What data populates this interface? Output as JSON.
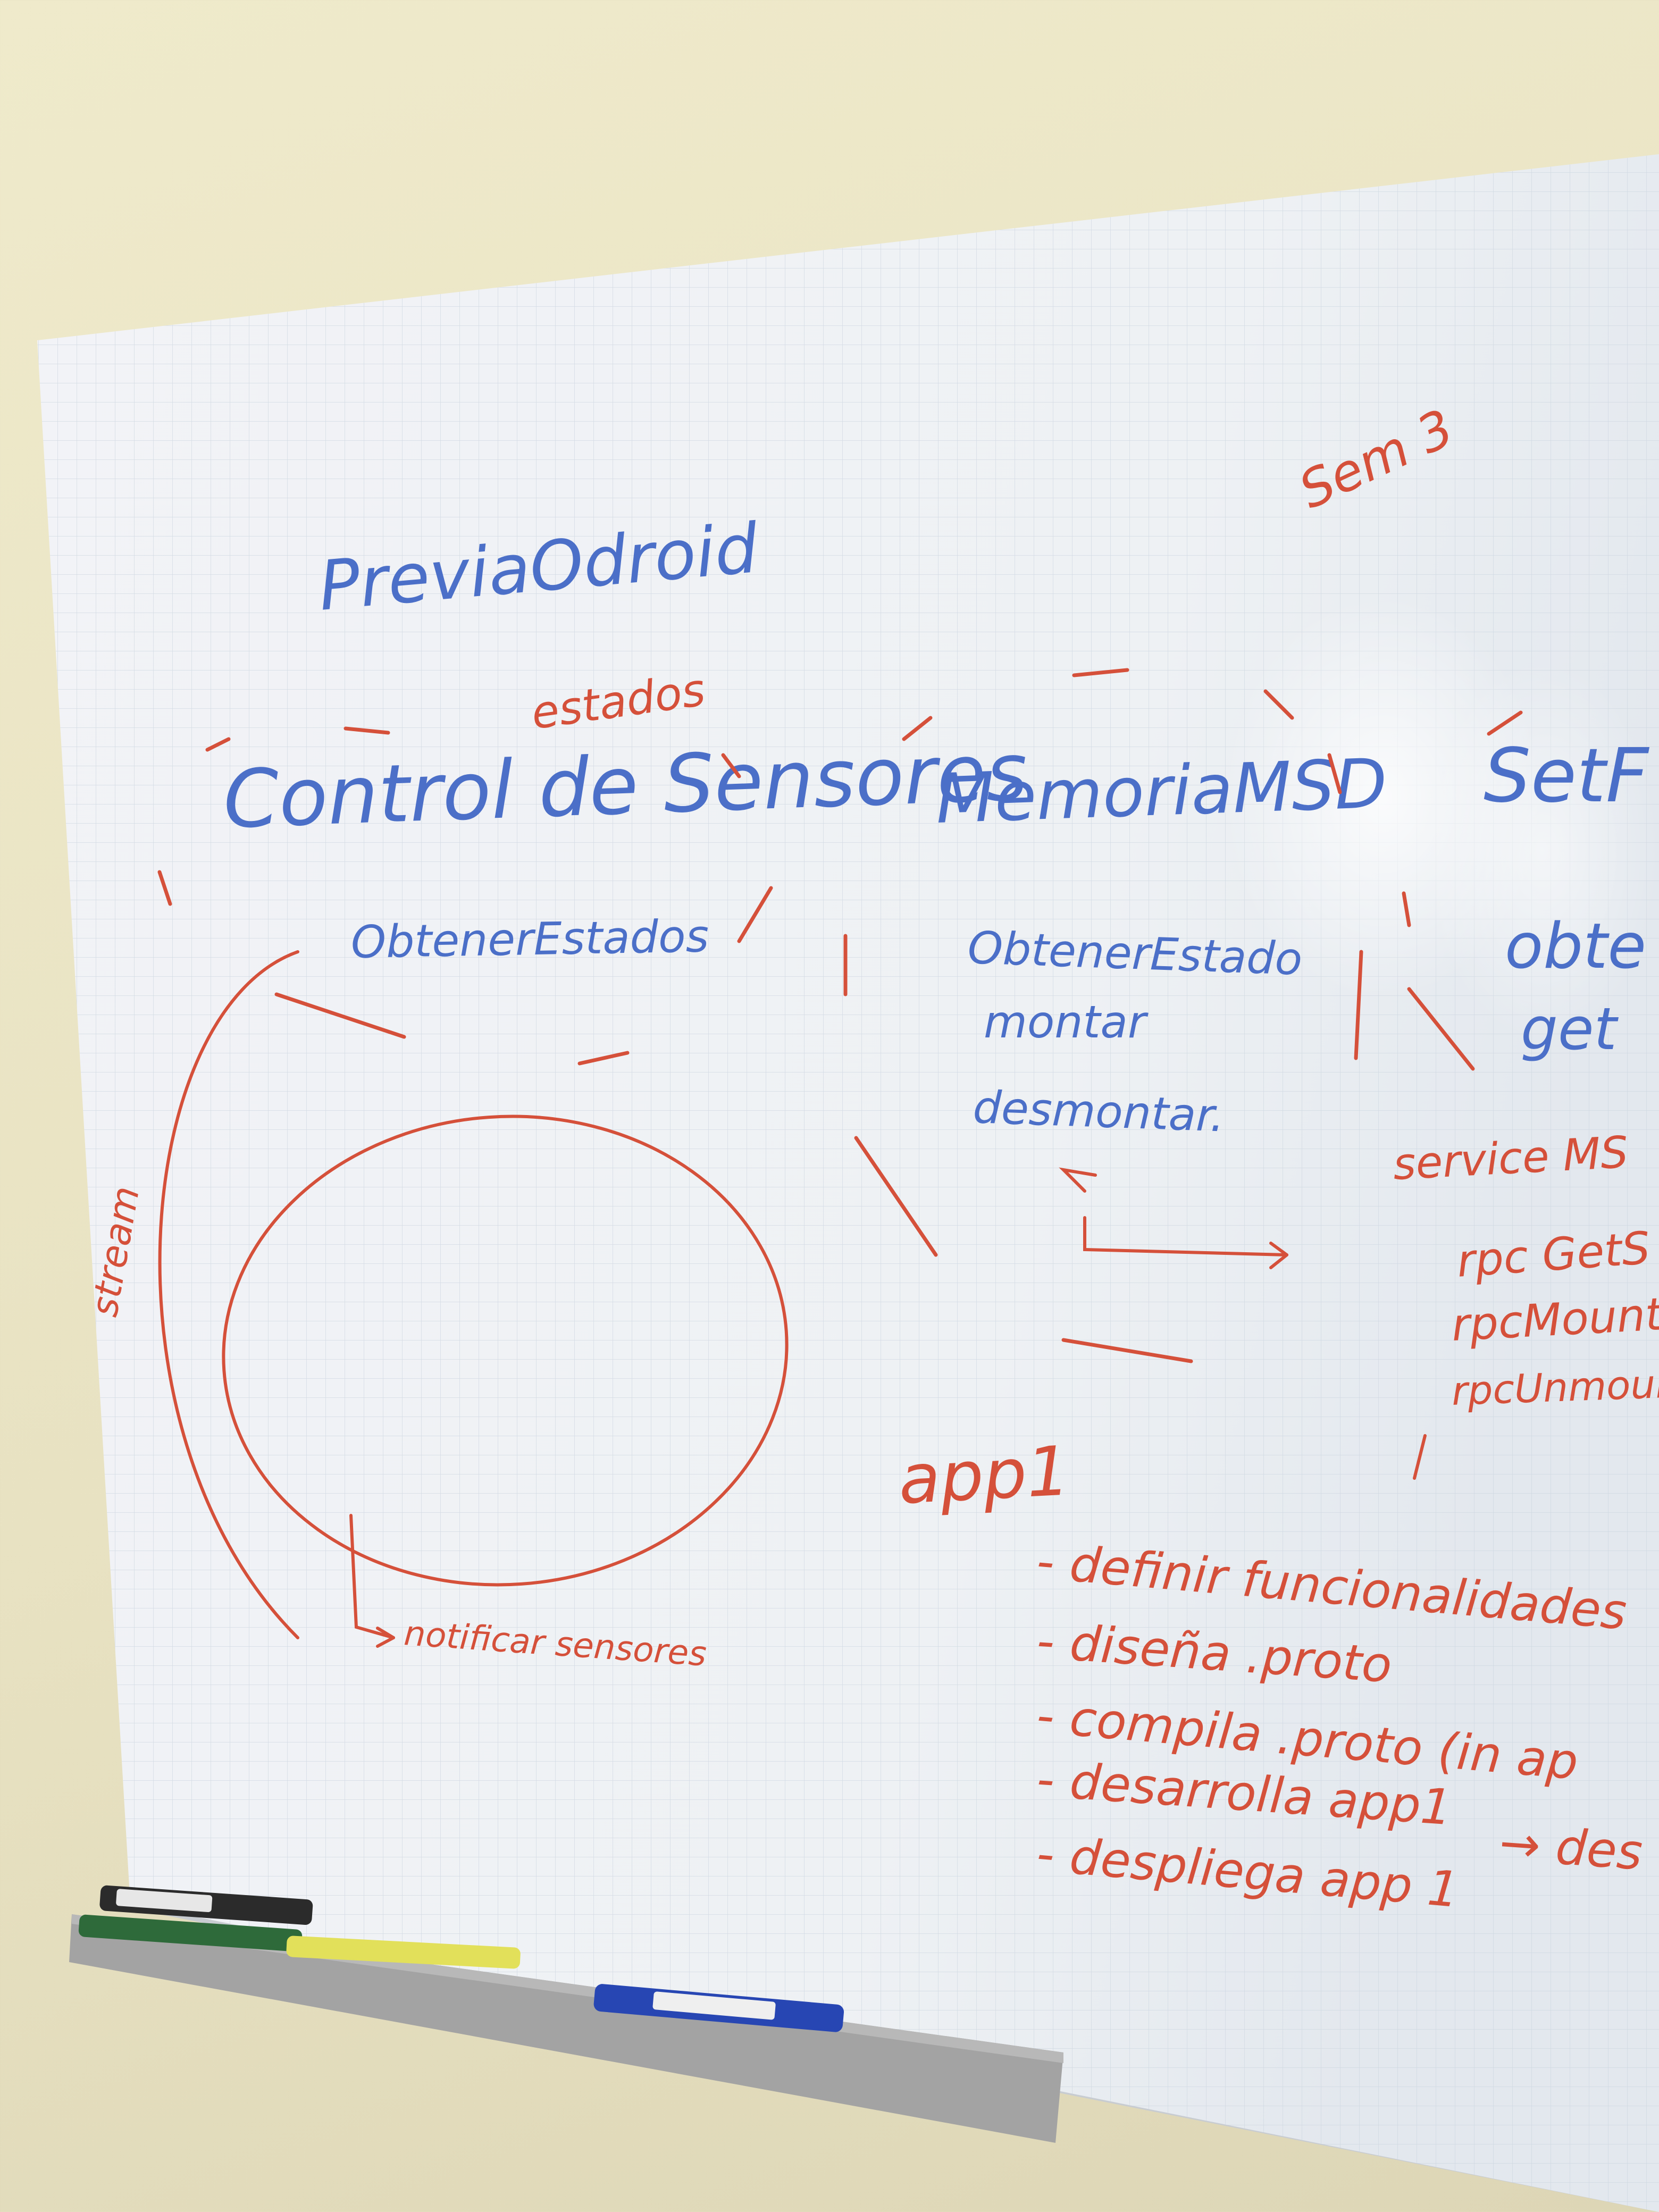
{
  "whiteboard": {
    "title": "PreviaOdroid",
    "annotation_sem": "Sem 3",
    "sections": [
      {
        "heading": "Control de Sensores",
        "note": "estados",
        "methods": [
          "ObtenerEstados"
        ]
      },
      {
        "heading": "MemoriaMSD",
        "methods": [
          "ObtenerEstado",
          "montar",
          "desmontar."
        ]
      },
      {
        "heading": "SetF",
        "methods": [
          "obte",
          "get"
        ]
      }
    ],
    "diagram": {
      "arc_label": "stream",
      "notify_label": "notificar sensores"
    },
    "service_block": {
      "header": "service MS",
      "rpcs": [
        "rpc GetS",
        "rpcMount",
        "rpcUnmoun"
      ]
    },
    "app_plan": {
      "title": "app1",
      "steps": [
        "- definir funcionalidades",
        "- diseña .proto",
        "- compila .proto (in ap",
        "- desarrolla app1",
        "- despliega app 1"
      ],
      "trailing": "→ des"
    }
  },
  "colors": {
    "wall": "#ede7c7",
    "board": "#f1f3f5",
    "ink_blue": "#4b6fc8",
    "ink_red": "#d5503a",
    "tray": "#9c9c9c"
  },
  "tray_items": [
    "black-marker",
    "green-marker",
    "yellow-highlighter",
    "blue-marker"
  ]
}
